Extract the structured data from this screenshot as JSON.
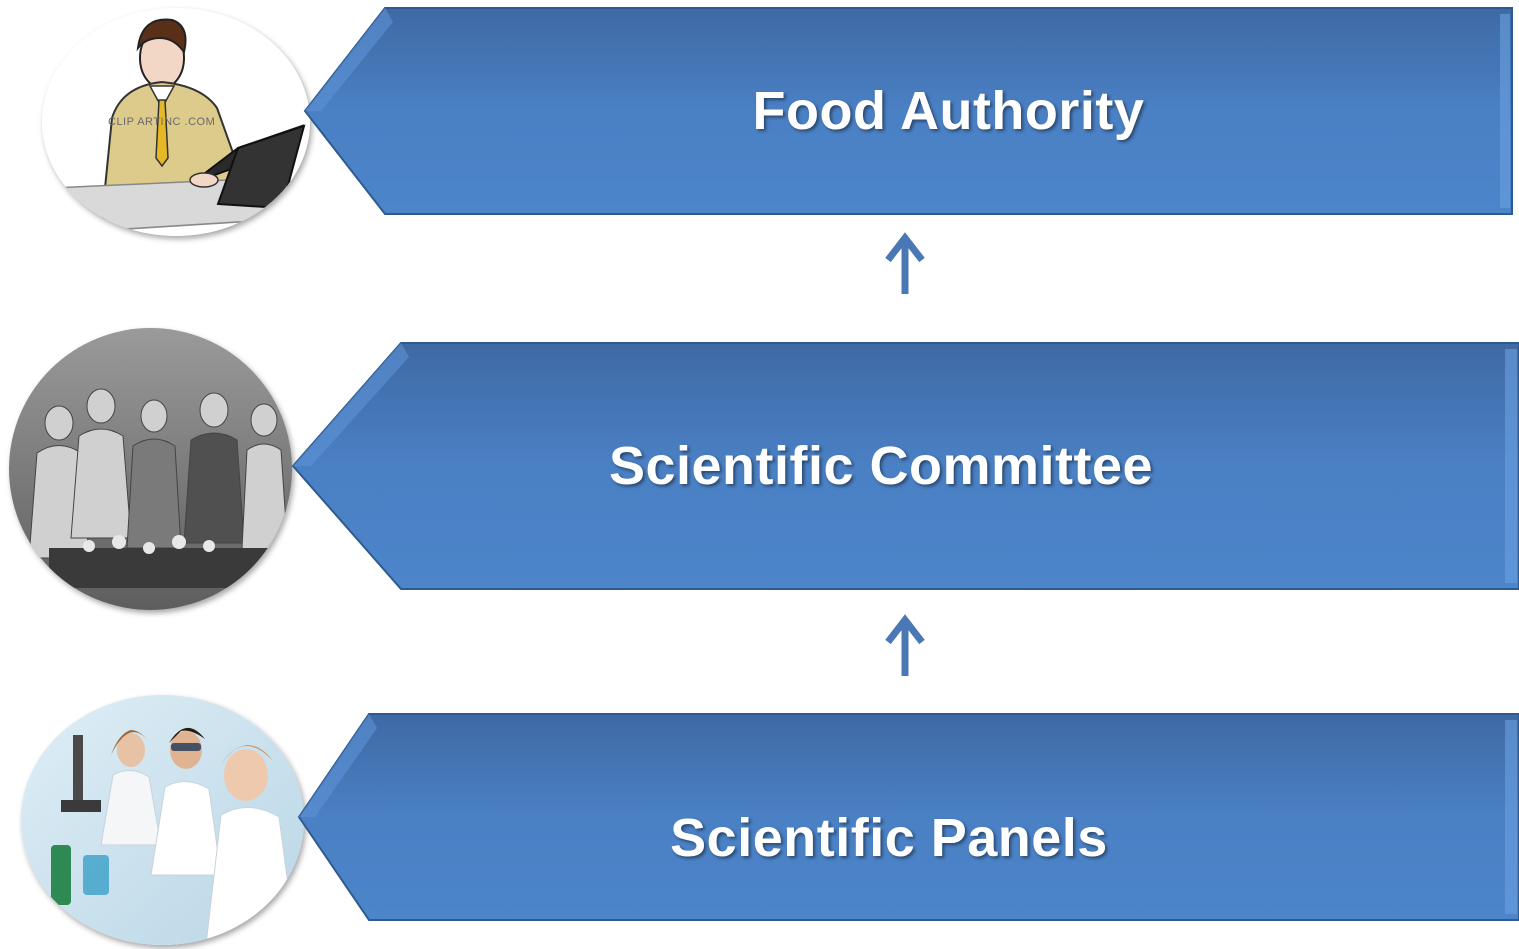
{
  "diagram": {
    "tiers": [
      {
        "label": "Food Authority",
        "image": "office-worker-laptop-clipart"
      },
      {
        "label": "Scientific Committee",
        "image": "scientists-group-photo"
      },
      {
        "label": "Scientific Panels",
        "image": "lab-researchers-photo"
      }
    ],
    "arrows": [
      {
        "direction": "up",
        "from": "Scientific Committee",
        "to": "Food Authority"
      },
      {
        "direction": "up",
        "from": "Scientific Panels",
        "to": "Scientific Committee"
      }
    ],
    "watermark": "CLIP ARTINC .COM"
  },
  "colors": {
    "banner_top": "#3f6fab",
    "banner_bottom": "#4f87cc",
    "banner_edge": "#2f5a90",
    "arrow": "#4a78b5"
  }
}
